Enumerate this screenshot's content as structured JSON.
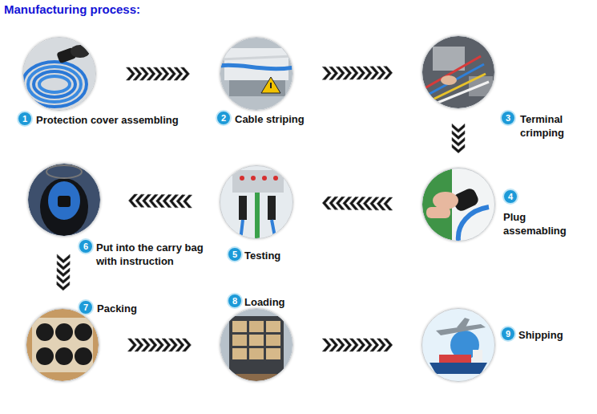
{
  "diagram": {
    "title": "Manufacturing process:",
    "nodes": [
      {
        "text": [
          "1",
          "Protection cover assembling"
        ]
      },
      {
        "text": [
          "2",
          "Cable striping"
        ]
      },
      {
        "text": [
          "3",
          "Terminal crimping"
        ]
      },
      {
        "text": [
          "4",
          "Plug assemabling"
        ]
      },
      {
        "text": [
          "5",
          "Testing"
        ]
      },
      {
        "text": [
          "6",
          "Put into the carry bag with instruction"
        ]
      },
      {
        "text": [
          "7",
          "Packing"
        ]
      },
      {
        "text": [
          "8",
          "Loading"
        ]
      },
      {
        "text": [
          "9",
          "Shipping"
        ]
      }
    ],
    "edges": [
      {
        "from": 0,
        "to": 1,
        "arrow": "to"
      },
      {
        "from": 1,
        "to": 2,
        "arrow": "to"
      },
      {
        "from": 2,
        "to": 3,
        "arrow": "to"
      },
      {
        "from": 3,
        "to": 4,
        "arrow": "to"
      },
      {
        "from": 4,
        "to": 5,
        "arrow": "to"
      },
      {
        "from": 5,
        "to": 6,
        "arrow": "to"
      },
      {
        "from": 6,
        "to": 7,
        "arrow": "to"
      },
      {
        "from": 7,
        "to": 8,
        "arrow": "to"
      }
    ]
  }
}
